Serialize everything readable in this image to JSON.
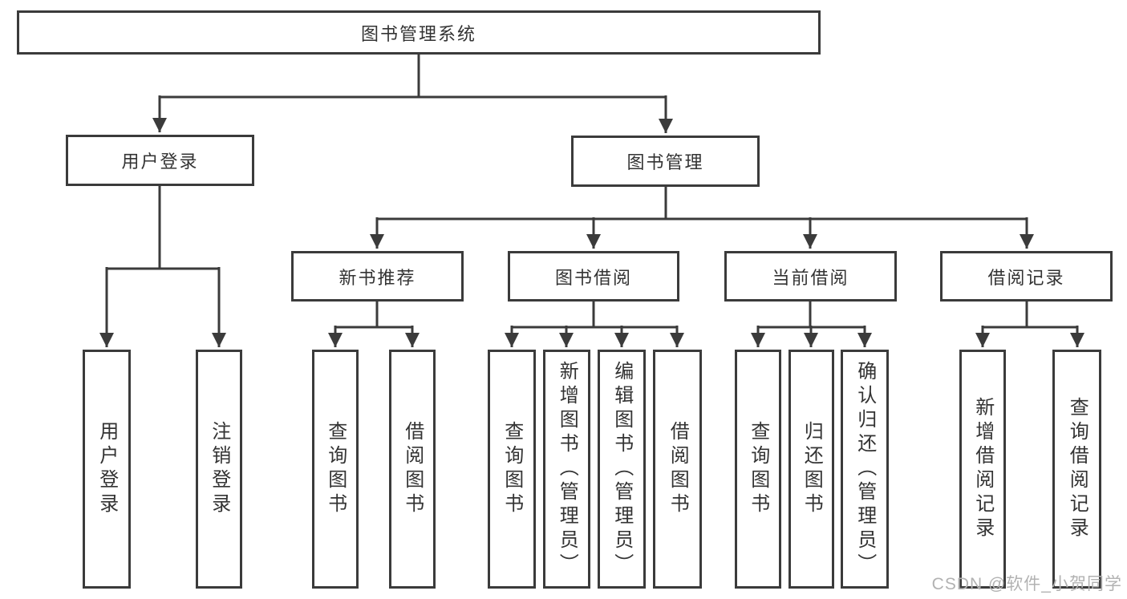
{
  "diagram": {
    "root": {
      "label": "图书管理系统"
    },
    "level2": [
      {
        "label": "用户登录"
      },
      {
        "label": "图书管理"
      }
    ],
    "level3": [
      {
        "label": "新书推荐"
      },
      {
        "label": "图书借阅"
      },
      {
        "label": "当前借阅"
      },
      {
        "label": "借阅记录"
      }
    ],
    "leaves": {
      "login": [
        {
          "label": "用户登录"
        },
        {
          "label": "注销登录"
        }
      ],
      "newbook": [
        {
          "label": "查询图书"
        },
        {
          "label": "借阅图书"
        }
      ],
      "borrow": [
        {
          "label": "查询图书"
        },
        {
          "label": "新增图书（管理员）"
        },
        {
          "label": "编辑图书（管理员）"
        },
        {
          "label": "借阅图书"
        }
      ],
      "current": [
        {
          "label": "查询图书"
        },
        {
          "label": "归还图书"
        },
        {
          "label": "确认归还（管理员）"
        }
      ],
      "records": [
        {
          "label": "新增借阅记录"
        },
        {
          "label": "查询借阅记录"
        }
      ]
    },
    "colors": {
      "line": "#3b3b3b",
      "text": "#333333",
      "box_background": "#ffffff",
      "watermark": "#b2b2b2"
    }
  },
  "watermark": {
    "text": "CSDN @软件_小贺同学"
  }
}
